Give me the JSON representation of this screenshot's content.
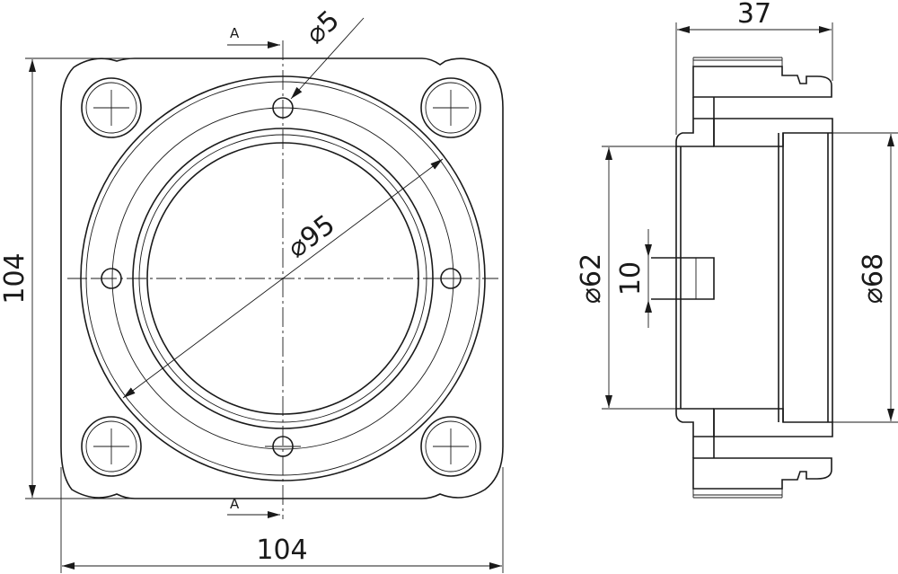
{
  "front_view": {
    "dim_width": "104",
    "dim_height": "104",
    "dim_hole": "⌀5",
    "dim_pcd": "⌀95",
    "section_label_top": "A",
    "section_label_bottom": "A"
  },
  "section_view": {
    "dim_length": "37",
    "dim_bore": "⌀62",
    "dim_outer": "⌀68",
    "dim_slot": "10"
  },
  "colors": {
    "line": "#1a1a1a",
    "background": "#ffffff"
  }
}
